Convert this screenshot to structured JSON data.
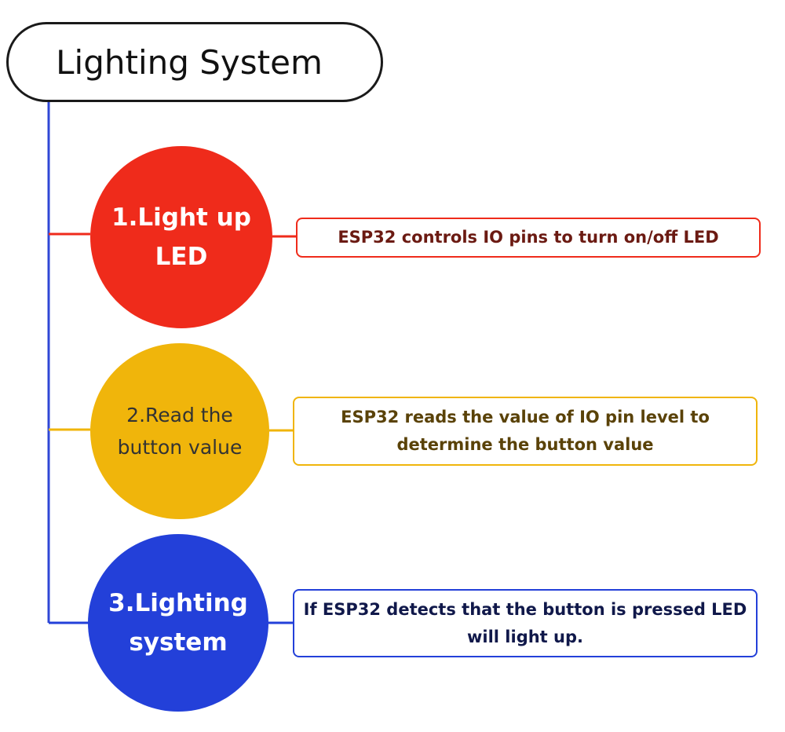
{
  "title": "Lighting System",
  "colors": {
    "trunk": "#2f47d6",
    "step_1": "#ef2b1b",
    "step_2": "#f0b50b",
    "step_3": "#2340d9",
    "step_1_desc_text": "#6b1a12",
    "step_2_desc_text": "#5a4208",
    "step_3_desc_text": "#10184a",
    "circle_text": "#ffffff",
    "circle_2_text": "#333333"
  },
  "steps": [
    {
      "label": "1.Light up LED",
      "description": "ESP32 controls IO pins to turn on/off LED"
    },
    {
      "label": "2.Read the button value",
      "description": "ESP32 reads the value of IO pin level to determine the button value"
    },
    {
      "label": "3.Lighting system",
      "description": "If ESP32 detects that the button is pressed LED will light up."
    }
  ]
}
